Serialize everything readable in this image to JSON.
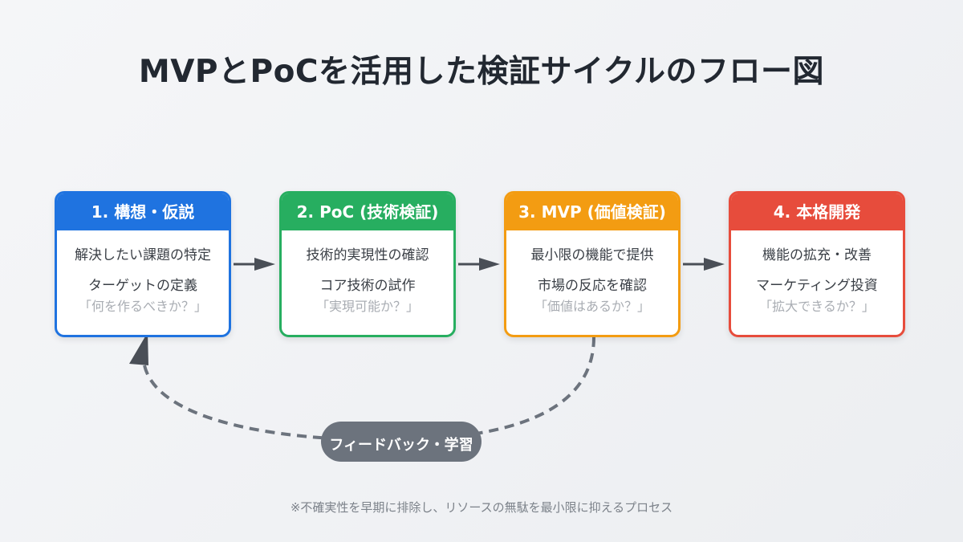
{
  "title": "MVPとPoCを活用した検証サイクルのフロー図",
  "stages": [
    {
      "header": "1. 構想・仮説",
      "color": "#1f73e0",
      "lines": [
        "解決したい課題の特定",
        "ターゲットの定義"
      ],
      "question": "「何を作るべきか？」"
    },
    {
      "header": "2. PoC (技術検証)",
      "color": "#27ae60",
      "lines": [
        "技術的実現性の確認",
        "コア技術の試作"
      ],
      "question": "「実現可能か？」"
    },
    {
      "header": "3. MVP (価値検証)",
      "color": "#f39c12",
      "lines": [
        "最小限の機能で提供",
        "市場の反応を確認"
      ],
      "question": "「価値はあるか？」"
    },
    {
      "header": "4. 本格開発",
      "color": "#e74c3c",
      "lines": [
        "機能の拡充・改善",
        "マーケティング投資"
      ],
      "question": "「拡大できるか？」"
    }
  ],
  "feedback": {
    "label": "フィードバック・学習",
    "from_stage": 3,
    "to_stage": 1
  },
  "footnote": "※不確実性を早期に排除し、リソースの無駄を最小限に抑えるプロセス",
  "colors": {
    "arrow": "#4a4f57",
    "feedback_line": "#6c737d"
  }
}
